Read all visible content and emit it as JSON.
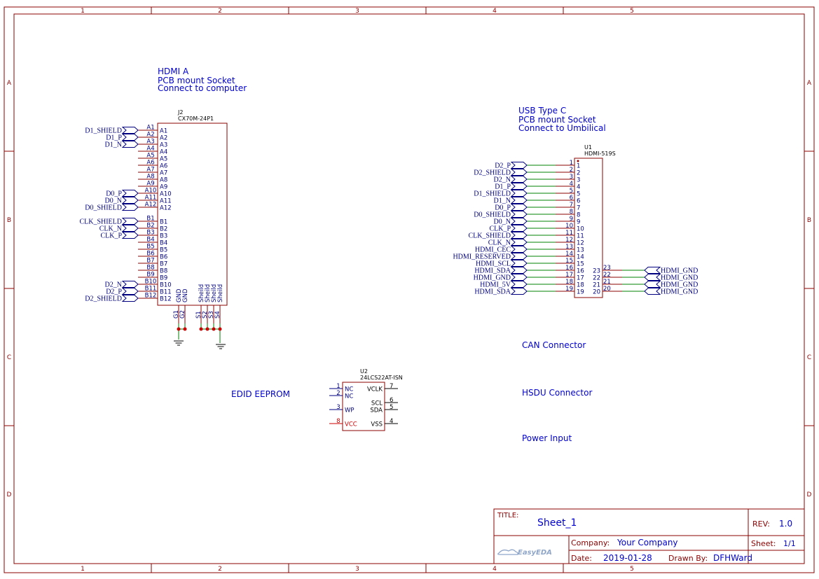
{
  "frame": {
    "columns": [
      "1",
      "2",
      "3",
      "4",
      "5"
    ],
    "rows": [
      "A",
      "B",
      "C",
      "D"
    ]
  },
  "notes": {
    "hdmi_a": [
      "HDMI A",
      "PCB mount Socket",
      "Connect to computer"
    ],
    "usb_c": [
      "USB Type C",
      "PCB mount Socket",
      "Connect to Umbilical"
    ],
    "can": "CAN Connector",
    "edid": "EDID EEPROM",
    "hsdu": "HSDU Connector",
    "power": "Power Input"
  },
  "j2": {
    "designator": "J2",
    "part": "CX70M-24P1",
    "left_pins": [
      {
        "num": "A1",
        "name": "A1",
        "net": "D1_SHIELD"
      },
      {
        "num": "A2",
        "name": "A2",
        "net": "D1_P"
      },
      {
        "num": "A3",
        "name": "A3",
        "net": "D1_N"
      },
      {
        "num": "A4",
        "name": "A4",
        "net": ""
      },
      {
        "num": "A5",
        "name": "A5",
        "net": ""
      },
      {
        "num": "A6",
        "name": "A6",
        "net": ""
      },
      {
        "num": "A7",
        "name": "A7",
        "net": ""
      },
      {
        "num": "A8",
        "name": "A8",
        "net": ""
      },
      {
        "num": "A9",
        "name": "A9",
        "net": ""
      },
      {
        "num": "A10",
        "name": "A10",
        "net": "D0_P"
      },
      {
        "num": "A11",
        "name": "A11",
        "net": "D0_N"
      },
      {
        "num": "A12",
        "name": "A12",
        "net": "D0_SHIELD"
      },
      {
        "num": "B1",
        "name": "B1",
        "net": "CLK_SHIELD"
      },
      {
        "num": "B2",
        "name": "B2",
        "net": "CLK_N"
      },
      {
        "num": "B3",
        "name": "B3",
        "net": "CLK_P"
      },
      {
        "num": "B4",
        "name": "B4",
        "net": ""
      },
      {
        "num": "B5",
        "name": "B5",
        "net": ""
      },
      {
        "num": "B6",
        "name": "B6",
        "net": ""
      },
      {
        "num": "B7",
        "name": "B7",
        "net": ""
      },
      {
        "num": "B8",
        "name": "B8",
        "net": ""
      },
      {
        "num": "B9",
        "name": "B9",
        "net": ""
      },
      {
        "num": "B10",
        "name": "B10",
        "net": "D2_N"
      },
      {
        "num": "B11",
        "name": "B11",
        "net": "D2_P"
      },
      {
        "num": "B12",
        "name": "B12",
        "net": "D2_SHIELD"
      }
    ],
    "bottom_pins": [
      {
        "num": "G1",
        "name": "GND"
      },
      {
        "num": "G2",
        "name": "GND"
      },
      {
        "num": "S1",
        "name": "Sheild"
      },
      {
        "num": "S2",
        "name": "Sheild"
      },
      {
        "num": "S3",
        "name": "Sheild"
      },
      {
        "num": "S4",
        "name": "Sheild"
      }
    ]
  },
  "u1": {
    "designator": "U1",
    "part": "HDMI-519S",
    "left_pins": [
      {
        "num": "1",
        "name": "1",
        "net": "D2_P"
      },
      {
        "num": "2",
        "name": "2",
        "net": "D2_SHIELD"
      },
      {
        "num": "3",
        "name": "3",
        "net": "D2_N"
      },
      {
        "num": "4",
        "name": "4",
        "net": "D1_P"
      },
      {
        "num": "5",
        "name": "5",
        "net": "D1_SHIELD"
      },
      {
        "num": "6",
        "name": "6",
        "net": "D1_N"
      },
      {
        "num": "7",
        "name": "7",
        "net": "D0_P"
      },
      {
        "num": "8",
        "name": "8",
        "net": "D0_SHIELD"
      },
      {
        "num": "9",
        "name": "9",
        "net": "D0_N"
      },
      {
        "num": "10",
        "name": "10",
        "net": "CLK_P"
      },
      {
        "num": "11",
        "name": "11",
        "net": "CLK_SHIELD"
      },
      {
        "num": "12",
        "name": "12",
        "net": "CLK_N"
      },
      {
        "num": "13",
        "name": "13",
        "net": "HDMI_CEC"
      },
      {
        "num": "14",
        "name": "14",
        "net": "HDMI_RESERVED"
      },
      {
        "num": "15",
        "name": "15",
        "net": "HDMI_SCL"
      },
      {
        "num": "16",
        "name": "16",
        "net": "HDMI_SDA"
      },
      {
        "num": "17",
        "name": "17",
        "net": "HDMI_GND"
      },
      {
        "num": "18",
        "name": "18",
        "net": "HDMI_5V"
      },
      {
        "num": "19",
        "name": "19",
        "net": "HDMI_SDA"
      }
    ],
    "right_pins": [
      {
        "num": "23",
        "name": "23",
        "net": "HDMI_GND"
      },
      {
        "num": "22",
        "name": "22",
        "net": "HDMI_GND"
      },
      {
        "num": "21",
        "name": "21",
        "net": "HDMI_GND"
      },
      {
        "num": "20",
        "name": "20",
        "net": "HDMI_GND"
      }
    ]
  },
  "u2": {
    "designator": "U2",
    "part": "24LCS22AT-ISN",
    "left_pins": [
      {
        "num": "1",
        "name": "NC",
        "color": "#000080"
      },
      {
        "num": "2",
        "name": "NC",
        "color": "#000080"
      },
      {
        "num": "3",
        "name": "WP",
        "color": "#000080"
      },
      {
        "num": "8",
        "name": "VCC",
        "color": "#cc0000"
      }
    ],
    "right_pins": [
      {
        "num": "7",
        "name": "VCLK"
      },
      {
        "num": "6",
        "name": "SCL"
      },
      {
        "num": "5",
        "name": "SDA"
      },
      {
        "num": "4",
        "name": "VSS"
      }
    ]
  },
  "title_block": {
    "title_label": "TITLE:",
    "title": "Sheet_1",
    "rev_label": "REV:",
    "rev": "1.0",
    "company_label": "Company:",
    "company": "Your Company",
    "sheet_label": "Sheet:",
    "sheet": "1/1",
    "date_label": "Date:",
    "date": "2019-01-28",
    "drawn_label": "Drawn By:",
    "drawn": "DFHWard",
    "logo_text": "EasyEDA"
  },
  "colors": {
    "frame": "#8b0000",
    "text_blue": "#000080",
    "note_blue": "#0000cc",
    "wire_green": "#008000",
    "junction": "#cc0000"
  }
}
